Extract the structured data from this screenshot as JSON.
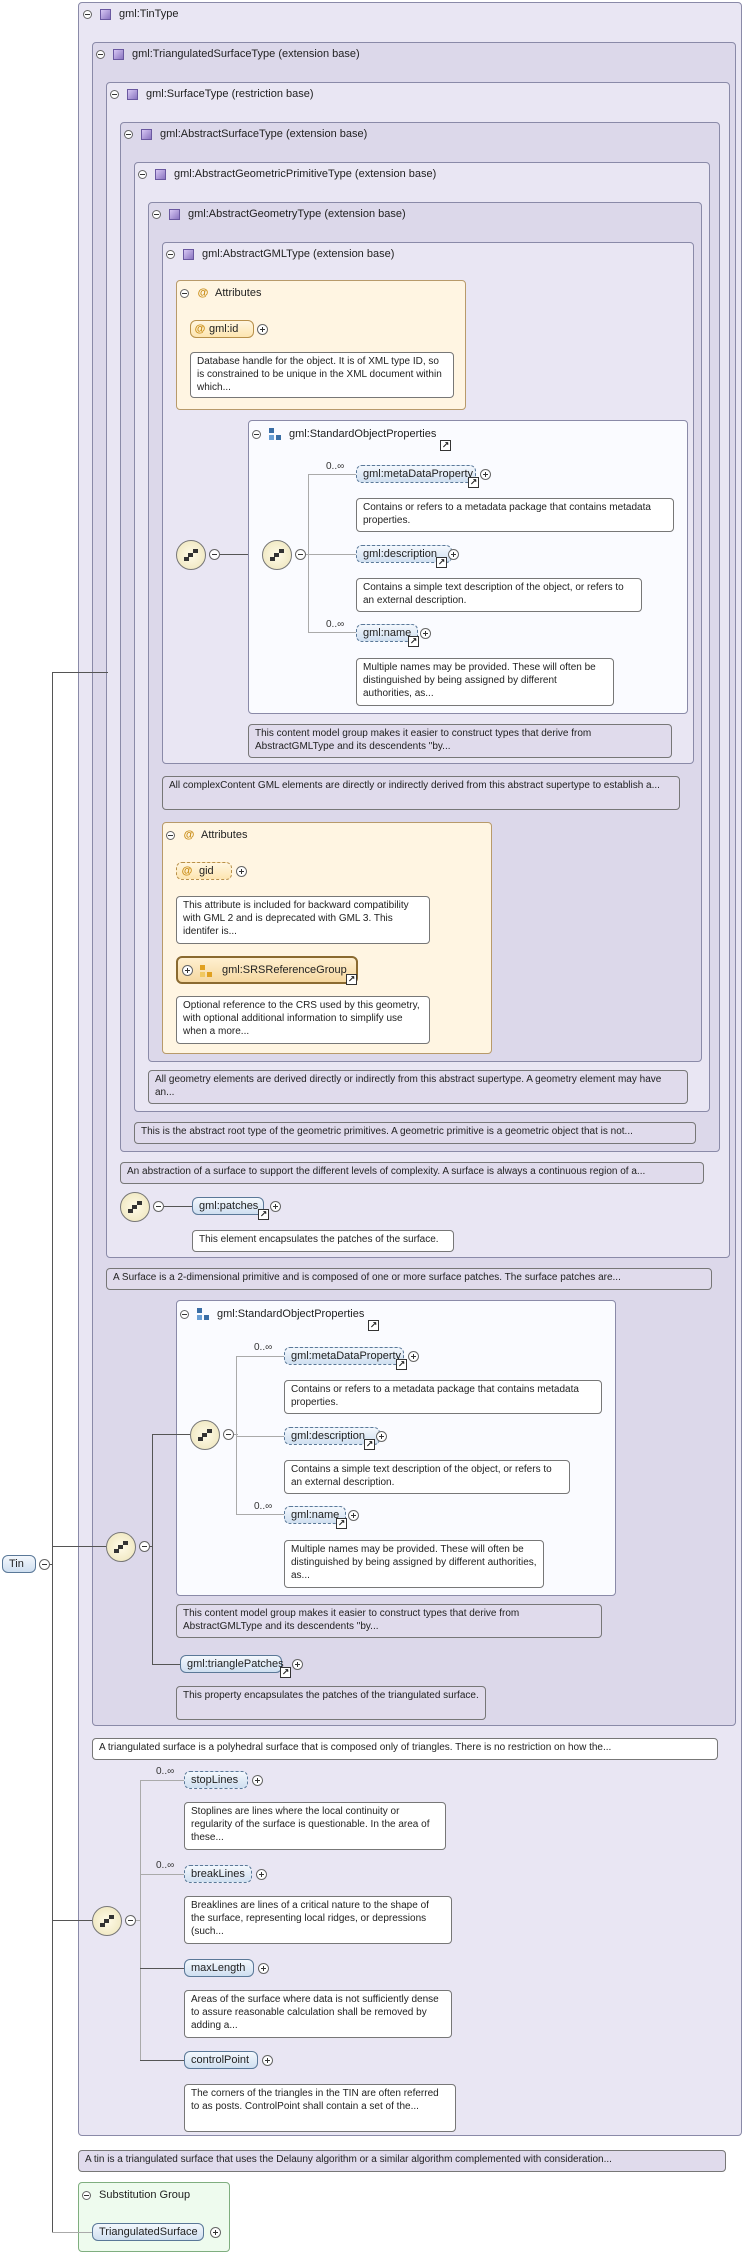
{
  "tin_type": {
    "title": "gml:TinType",
    "triangulated": {
      "title": "gml:TriangulatedSurfaceType (extension base)",
      "surface": {
        "title": "gml:SurfaceType (restriction base)",
        "abstract_surface": {
          "title": "gml:AbstractSurfaceType (extension base)",
          "abstract_primitive": {
            "title": "gml:AbstractGeometricPrimitiveType (extension base)",
            "abstract_geometry": {
              "title": "gml:AbstractGeometryType (extension base)",
              "abstract_gml": {
                "title": "gml:AbstractGMLType (extension base)",
                "attributes_title": "Attributes",
                "id_label": "gml:id",
                "id_doc": "Database handle for the object. It is of XML type ID, so is constrained to be unique in the XML document within which...",
                "sop": {
                  "title": "gml:StandardObjectProperties",
                  "meta_card": "0..∞",
                  "meta_label": "gml:metaDataProperty",
                  "meta_doc": "Contains or refers to a metadata package that contains metadata properties.",
                  "desc_label": "gml:description",
                  "desc_doc": "Contains a simple text description of the object, or refers to an external description.",
                  "name_card": "0..∞",
                  "name_label": "gml:name",
                  "name_doc": "Multiple names may be provided. These will often be distinguished by being assigned by different authorities, as...",
                  "group_doc": "This content model group makes it easier to construct types that derive from AbstractGMLType and its descendents \"by..."
                }
              },
              "gml_doc": "All complexContent GML elements are directly or indirectly derived from this abstract supertype to establish a...",
              "attributes_title": "Attributes",
              "gid_label": "gid",
              "gid_doc": "This attribute is included for backward compatibility with GML 2 and is deprecated with GML 3. This identifer is...",
              "srs_label": "gml:SRSReferenceGroup",
              "srs_doc": "Optional reference to the CRS used by this geometry, with optional additional information to simplify use when a more..."
            },
            "geometry_doc": "All geometry elements are derived directly or indirectly from this abstract supertype. A geometry element may have an..."
          },
          "primitive_doc": "This is the abstract root type of the geometric primitives. A geometric primitive is a geometric object that is not..."
        },
        "abstract_surface_doc": "An abstraction of a surface to support the different levels of complexity. A surface is always a continuous region of a...",
        "patches_label": "gml:patches",
        "patches_doc": "This element encapsulates the patches of the surface."
      },
      "surface_doc": "A Surface is a 2-dimensional primitive and is composed of one or more surface patches. The surface patches are...",
      "sop": {
        "title": "gml:StandardObjectProperties",
        "meta_card": "0..∞",
        "meta_label": "gml:metaDataProperty",
        "meta_doc": "Contains or refers to a metadata package that contains metadata properties.",
        "desc_label": "gml:description",
        "desc_doc": "Contains a simple text description of the object, or refers to an external description.",
        "name_card": "0..∞",
        "name_label": "gml:name",
        "name_doc": "Multiple names may be provided. These will often be distinguished by being assigned by different authorities, as...",
        "group_doc": "This content model group makes it easier to construct types that derive from AbstractGMLType and its descendents \"by..."
      },
      "triangle_patches_label": "gml:trianglePatches",
      "triangle_patches_doc": "This property encapsulates the patches of the triangulated surface."
    },
    "triangulated_doc": "A triangulated surface is a polyhedral surface that is composed only of triangles. There is no restriction on how the...",
    "stoplines_card": "0..∞",
    "stoplines_label": "stopLines",
    "stoplines_doc": "Stoplines are lines where the local continuity or regularity of the surface is questionable. In the area of these...",
    "breaklines_card": "0..∞",
    "breaklines_label": "breakLines",
    "breaklines_doc": "Breaklines are lines of a critical nature to the shape of the surface, representing local ridges, or depressions (such...",
    "maxlength_label": "maxLength",
    "maxlength_doc": "Areas of the surface where data is not sufficiently dense to assure reasonable calculation shall be removed by adding a...",
    "controlpoint_label": "controlPoint",
    "controlpoint_doc": "The corners of the triangles in the TIN are often referred to as posts. ControlPoint shall contain a set of the..."
  },
  "tin_doc": "A tin is a triangulated surface that uses the Delauny algorithm or a similar algorithm complemented with consideration...",
  "root_label": "Tin",
  "substitution": {
    "title": "Substitution Group",
    "item": "TriangulatedSurface"
  }
}
